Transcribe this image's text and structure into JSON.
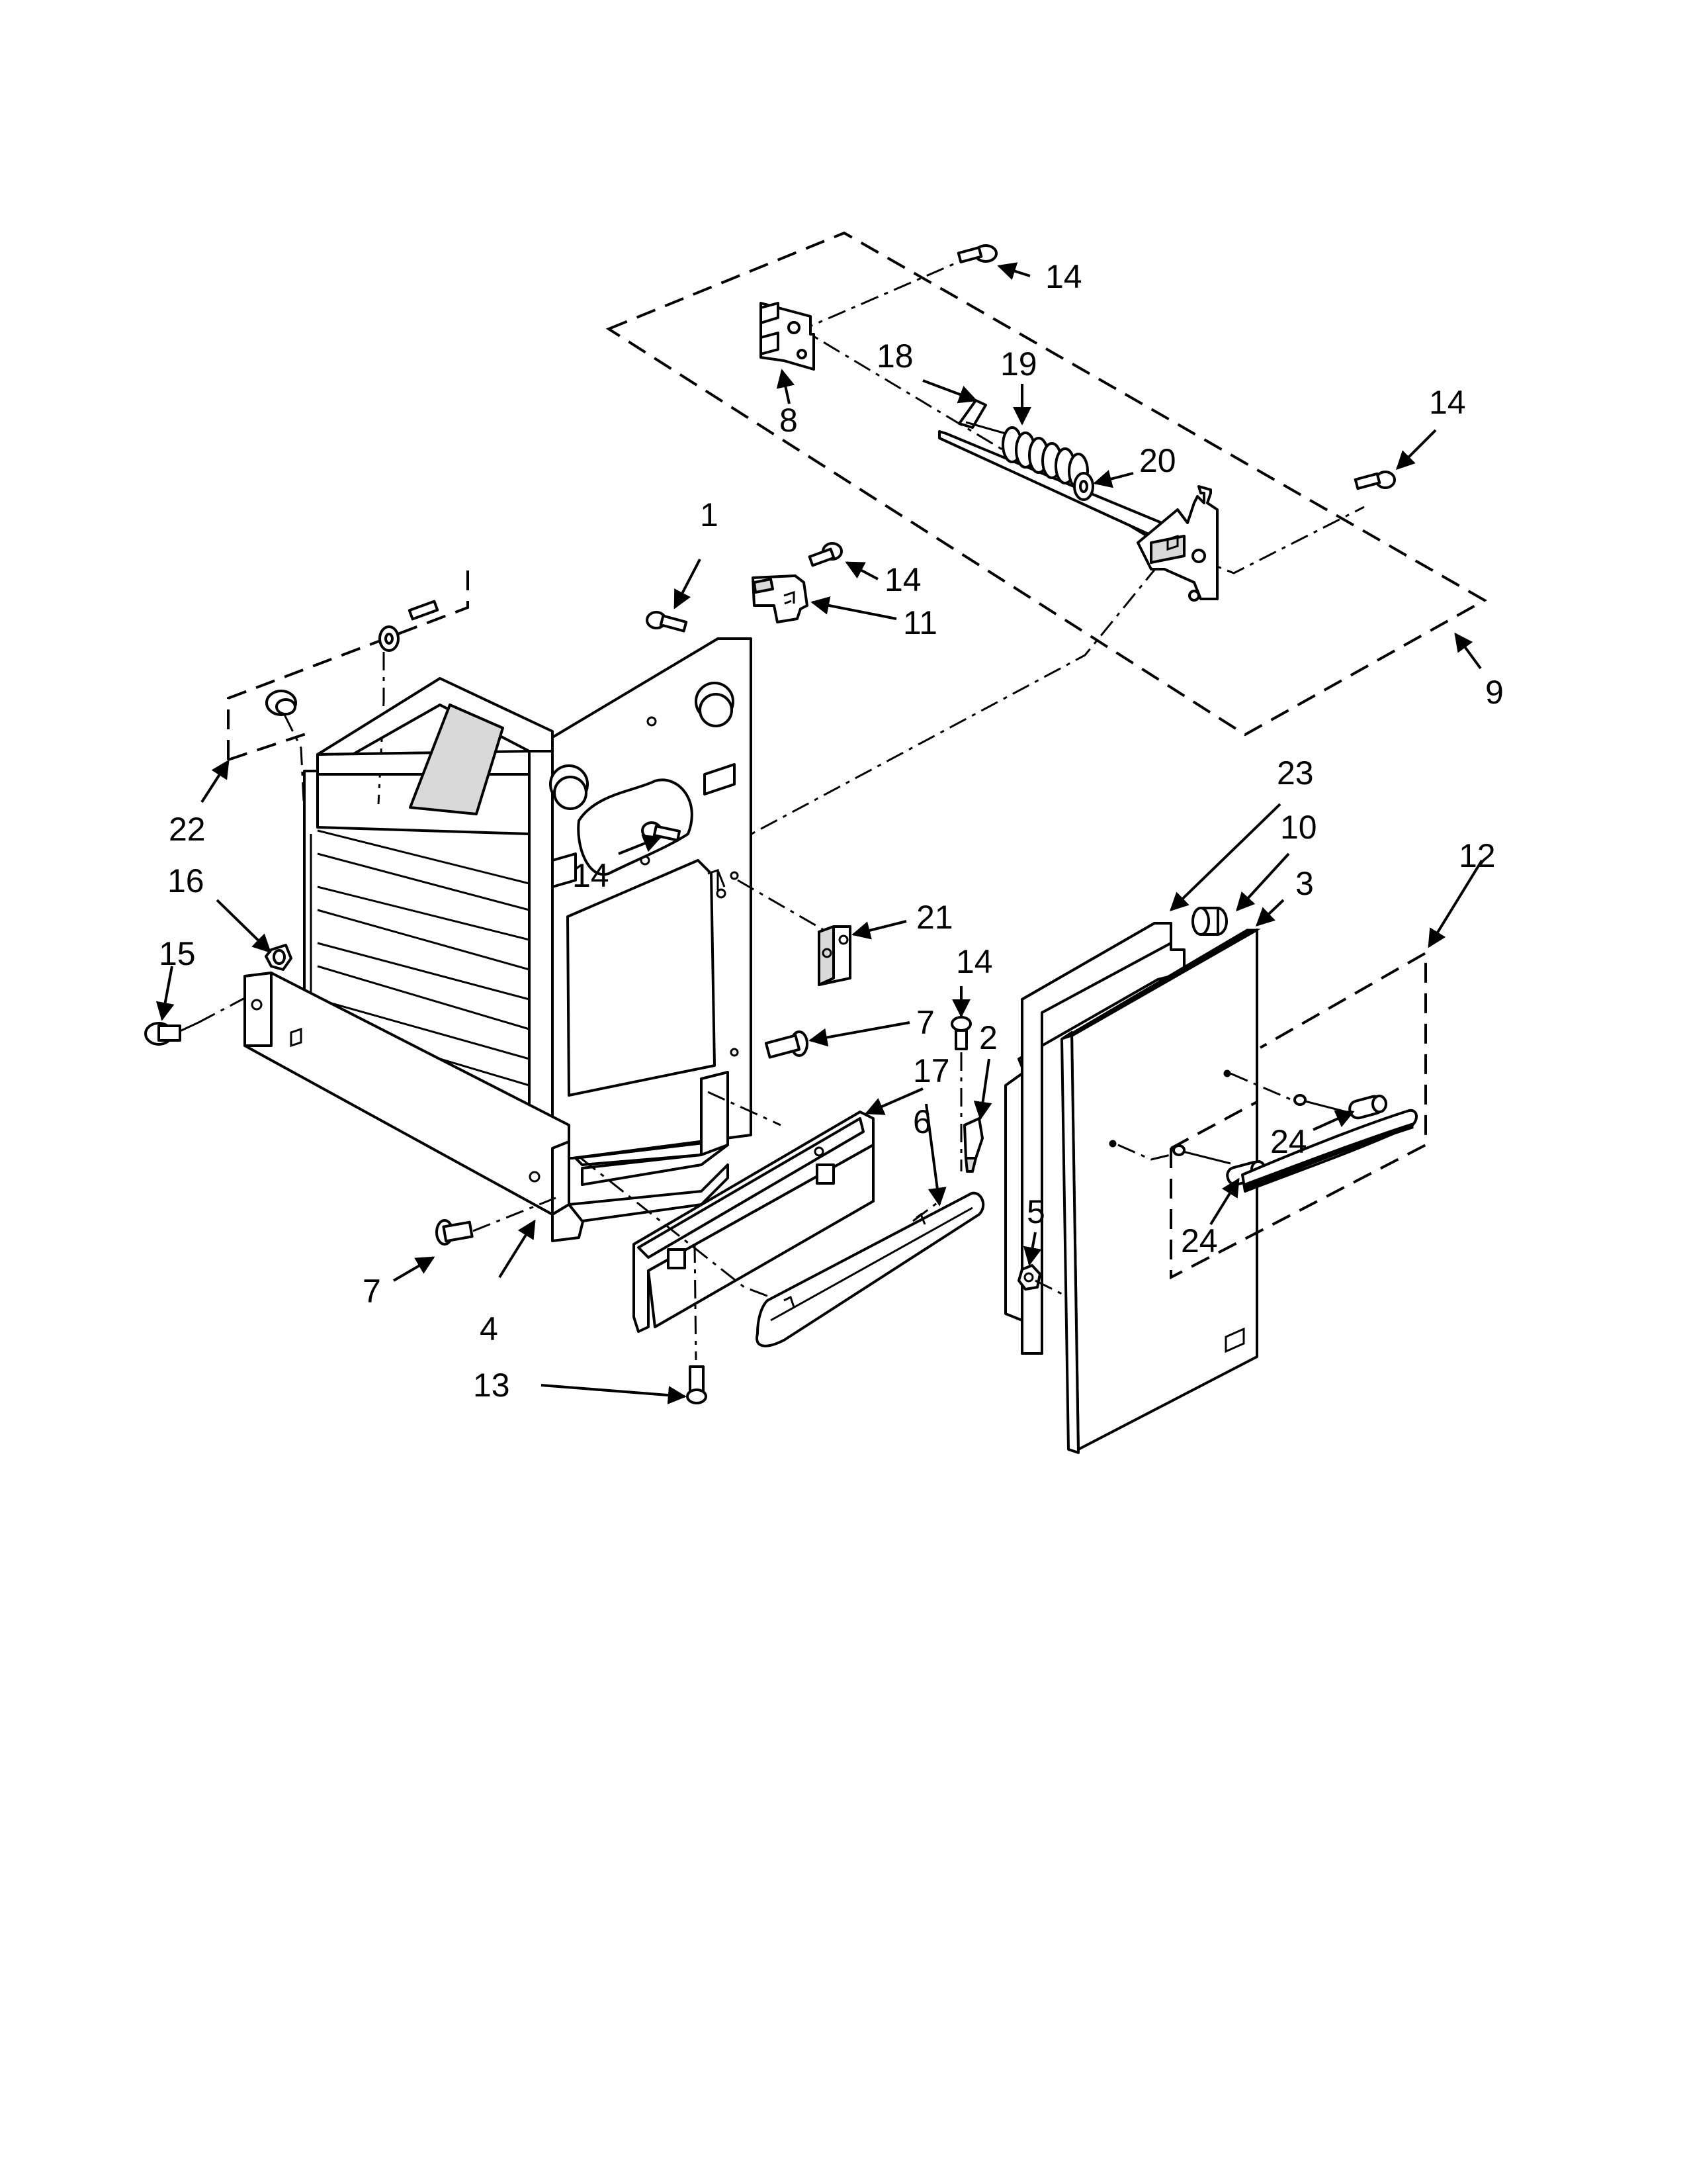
{
  "callouts": [
    {
      "id": "c14a",
      "text": "14"
    },
    {
      "id": "c18",
      "text": "18"
    },
    {
      "id": "c19",
      "text": "19"
    },
    {
      "id": "c8",
      "text": "8"
    },
    {
      "id": "c14b",
      "text": "14"
    },
    {
      "id": "c20",
      "text": "20"
    },
    {
      "id": "c1",
      "text": "1"
    },
    {
      "id": "c14c",
      "text": "14"
    },
    {
      "id": "c11",
      "text": "11"
    },
    {
      "id": "c9",
      "text": "9"
    },
    {
      "id": "c22",
      "text": "22"
    },
    {
      "id": "c23",
      "text": "23"
    },
    {
      "id": "c10",
      "text": "10"
    },
    {
      "id": "c3",
      "text": "3"
    },
    {
      "id": "c12",
      "text": "12"
    },
    {
      "id": "c16",
      "text": "16"
    },
    {
      "id": "c14d",
      "text": "14"
    },
    {
      "id": "c21",
      "text": "21"
    },
    {
      "id": "c15",
      "text": "15"
    },
    {
      "id": "c14e",
      "text": "14"
    },
    {
      "id": "c7a",
      "text": "7"
    },
    {
      "id": "c2",
      "text": "2"
    },
    {
      "id": "c17",
      "text": "17"
    },
    {
      "id": "c6",
      "text": "6"
    },
    {
      "id": "c24a",
      "text": "24"
    },
    {
      "id": "c24b",
      "text": "24"
    },
    {
      "id": "c5",
      "text": "5"
    },
    {
      "id": "c7b",
      "text": "7"
    },
    {
      "id": "c4",
      "text": "4"
    },
    {
      "id": "c13",
      "text": "13"
    }
  ]
}
